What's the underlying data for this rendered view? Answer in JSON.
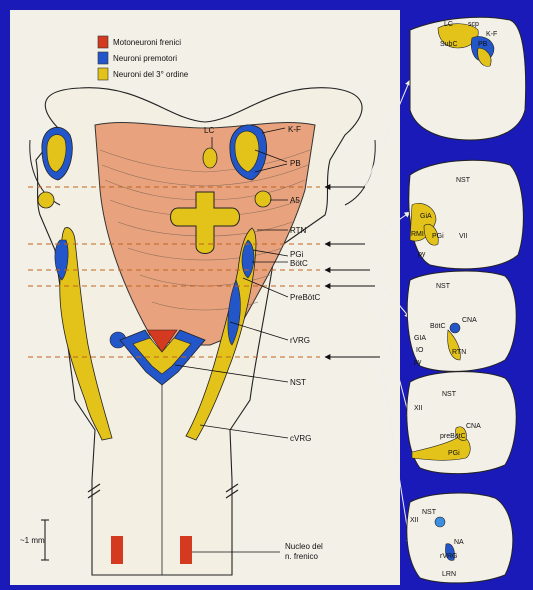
{
  "legend": {
    "items": [
      {
        "label": "Motoneuroni frenici",
        "color": "#d33a1f"
      },
      {
        "label": "Neuroni premotori",
        "color": "#2356c8"
      },
      {
        "label": "Neuroni del 3° ordine",
        "color": "#e3c21a"
      }
    ]
  },
  "labels": {
    "lc": "LC",
    "kf": "K-F",
    "pb": "PB",
    "a5": "A5",
    "rtn": "RTN",
    "pgi": "PGi",
    "botc": "BötC",
    "prebotc": "PreBötC",
    "rvrg": "rVRG",
    "nst": "NST",
    "cvrg": "cVRG",
    "scale": "~1 mm",
    "phrenic_line1": "Nucleo del",
    "phrenic_line2": "n. frenico"
  },
  "sections": [
    {
      "labels": [
        "LC",
        "scp",
        "SubC",
        "K-F",
        "PB"
      ]
    },
    {
      "labels": [
        "NST",
        "GiA",
        "RMI",
        "PGi",
        "VII",
        "py"
      ]
    },
    {
      "labels": [
        "NST",
        "BötC",
        "CNA",
        "GIA",
        "IO",
        "RTN",
        "py"
      ]
    },
    {
      "labels": [
        "NST",
        "XII",
        "CNA",
        "preBötC",
        "PGi"
      ]
    },
    {
      "labels": [
        "NST",
        "XII",
        "NA",
        "rVRG",
        "LRN"
      ]
    }
  ],
  "colors": {
    "background": "#1a1ab8",
    "paper": "#f3f0e8",
    "phrenic": "#d33a1f",
    "premotor": "#2356c8",
    "third_order": "#e3c21a",
    "pons_fill": "#e9a27e",
    "guide_line": "#c0641e"
  }
}
